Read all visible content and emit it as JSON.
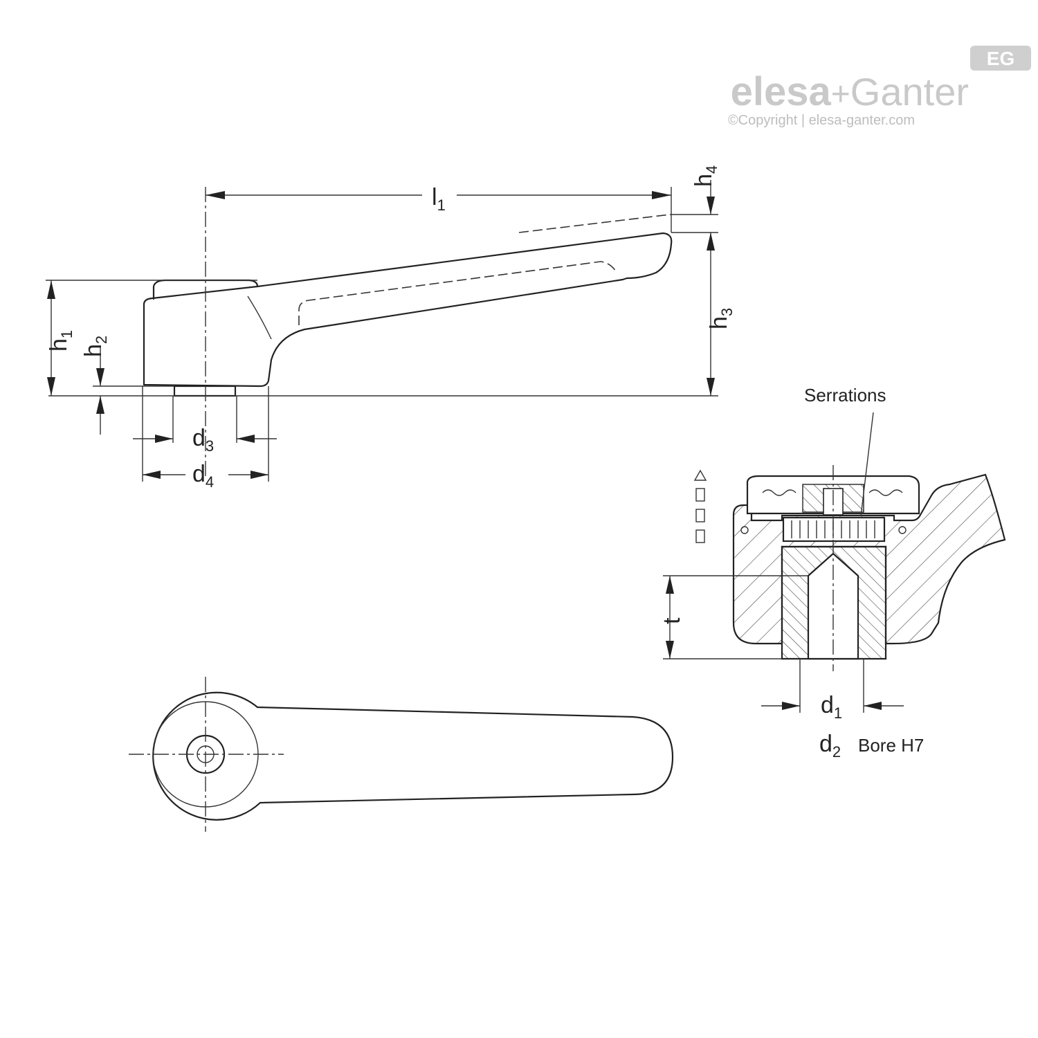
{
  "logo": {
    "brand_left": "elesa",
    "brand_plus": "+",
    "brand_right": "Ganter",
    "badge": "EG",
    "copyright": "©Copyright | elesa-ganter.com"
  },
  "dimensions": {
    "l1": {
      "main": "l",
      "sub": "1"
    },
    "h1": {
      "main": "h",
      "sub": "1"
    },
    "h2": {
      "main": "h",
      "sub": "2"
    },
    "h3": {
      "main": "h",
      "sub": "3"
    },
    "h4": {
      "main": "h",
      "sub": "4"
    },
    "d1": {
      "main": "d",
      "sub": "1"
    },
    "d2": {
      "main": "d",
      "sub": "2"
    },
    "d3": {
      "main": "d",
      "sub": "3"
    },
    "d4": {
      "main": "d",
      "sub": "4"
    },
    "t": "t"
  },
  "annotations": {
    "serrations": "Serrations",
    "bore": "Bore H7"
  }
}
